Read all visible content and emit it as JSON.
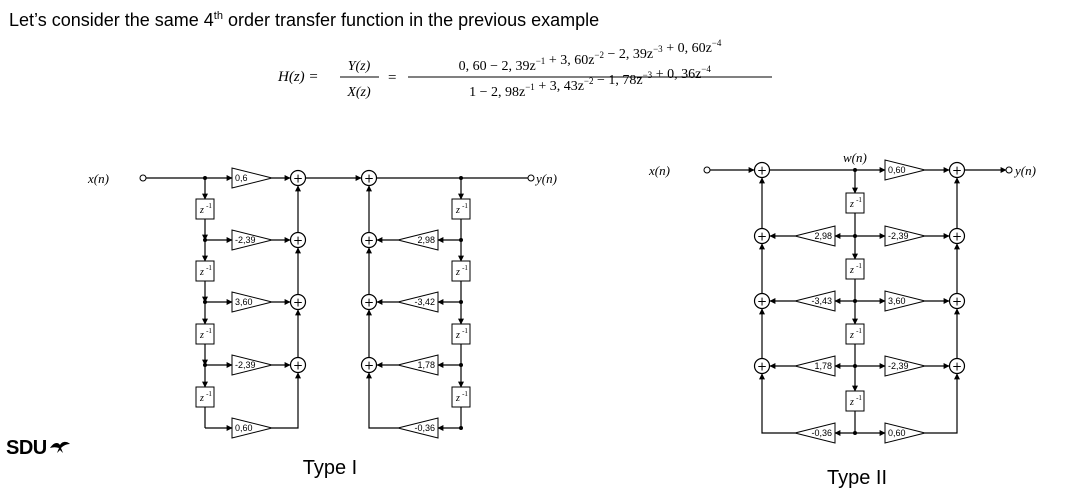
{
  "heading": {
    "pre": "Let’s consider the same 4",
    "sup": "th",
    "post": " order transfer function in the previous example"
  },
  "equation": {
    "lhs": "H(z) =",
    "num_frac": "Y(z)",
    "den_frac": "X(z)",
    "eq2": "=",
    "num_parts": [
      [
        "0, 60 − 2, 39z",
        "−1"
      ],
      [
        " + 3, 60z",
        "−2"
      ],
      [
        " − 2, 39z",
        "−3"
      ],
      [
        " + 0, 60z",
        "−4"
      ]
    ],
    "den_parts": [
      [
        "1 − 2, 98z",
        "−1"
      ],
      [
        " + 3, 43z",
        "−2"
      ],
      [
        " − 1, 78z",
        "−3"
      ],
      [
        " + 0, 36z",
        "−4"
      ]
    ]
  },
  "type1": {
    "input_label": "x(n)",
    "output_label": "y(n)",
    "delay": "z-1",
    "b_gains": [
      "0,6",
      "-2,39",
      "3,60",
      "-2,39",
      "0,60"
    ],
    "a_gains": [
      "2,98",
      "-3,42",
      "1,78",
      "-0,36"
    ],
    "caption": "Type I"
  },
  "type2": {
    "input_label": "x(n)",
    "output_label": "y(n)",
    "state_label": "w(n)",
    "delay": "z-1",
    "b_gains": [
      "0,60",
      "-2,39",
      "3,60",
      "-2,39",
      "0,60"
    ],
    "a_gains": [
      "2,98",
      "-3,43",
      "1,78",
      "-0,36"
    ],
    "caption": "Type II"
  },
  "logo": {
    "text": "SDU",
    "icon": "sdu-bird-icon"
  }
}
